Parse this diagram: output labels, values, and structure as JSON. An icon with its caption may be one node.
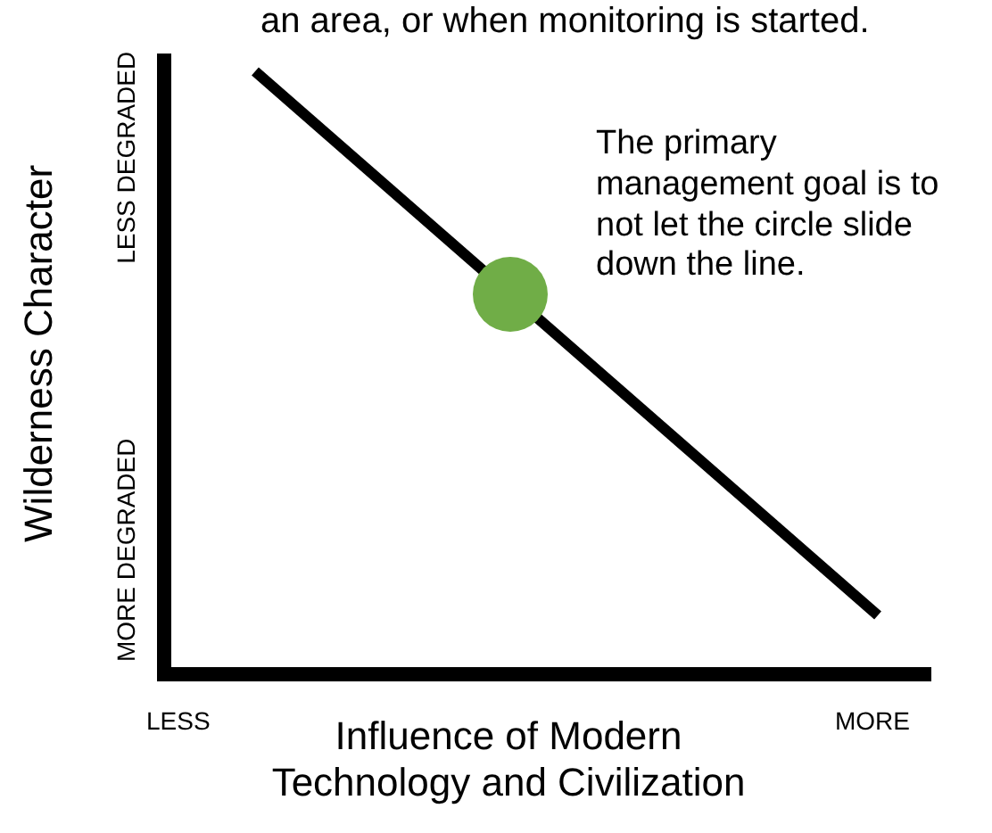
{
  "diagram": {
    "labels": [
      "an area, or when monitoring is started.",
      "LESS DEGRADED",
      "MORE DEGRADED",
      "Wilderness Character",
      "The primary management goal is to not let the circle slide down the line.",
      "LESS",
      "MORE",
      "Influence of Modern Technology and Civilization"
    ]
  }
}
